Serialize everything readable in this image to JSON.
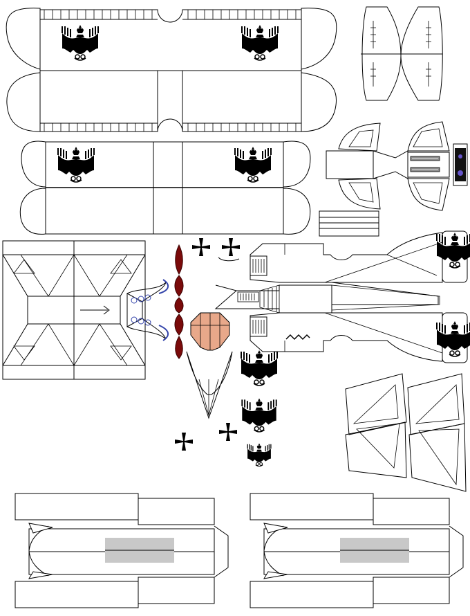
{
  "sheet": {
    "ink": "#000000",
    "paper": "#ffffff",
    "propeller_color": "#7a0a0a",
    "wood_color": "#e8a88a",
    "panel_grey": "#c8c8c8",
    "gun_grey": "#8c8c8c",
    "badge_purple": "#6655cc",
    "accent_blue": "#3344aa"
  },
  "parts": {
    "upper_wing": {
      "label": "upper-wing",
      "insignia": [
        "eagle-crest-icon",
        "eagle-crest-icon"
      ]
    },
    "lower_wing": {
      "label": "lower-wing",
      "insignia": [
        "eagle-crest-icon",
        "eagle-crest-icon"
      ]
    },
    "tailplane": {
      "label": "tailplane"
    },
    "fuselage": {
      "label": "fuselage",
      "insignia": [
        "eagle-crest-icon",
        "eagle-crest-icon"
      ]
    },
    "decals": [
      "iron-cross-icon",
      "iron-cross-icon",
      "iron-cross-icon",
      "iron-cross-icon",
      "eagle-crest-icon",
      "eagle-crest-icon",
      "eagle-crest-icon"
    ],
    "propeller": {
      "label": "propeller"
    },
    "engine_cowl": {
      "label": "engine-cowl"
    },
    "floats": [
      {
        "label": "float-left"
      },
      {
        "label": "float-right"
      }
    ]
  }
}
